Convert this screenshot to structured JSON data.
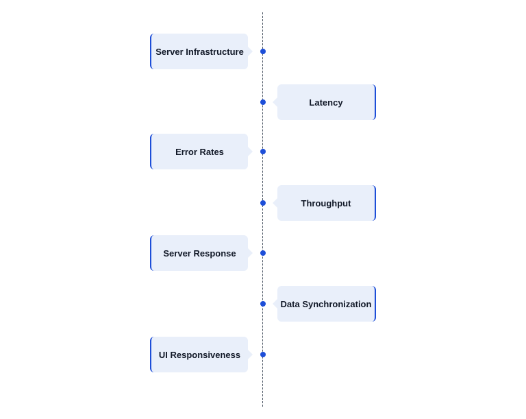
{
  "timeline": {
    "items": [
      {
        "label": "Server Infrastructure",
        "side": "left"
      },
      {
        "label": "Latency",
        "side": "right"
      },
      {
        "label": "Error Rates",
        "side": "left"
      },
      {
        "label": "Throughput",
        "side": "right"
      },
      {
        "label": "Server Response",
        "side": "left"
      },
      {
        "label": "Data Synchronization",
        "side": "right"
      },
      {
        "label": "UI Responsiveness",
        "side": "left"
      }
    ]
  },
  "colors": {
    "accent": "#1d4ed8",
    "card_background": "#e9effa",
    "axis": "#4b5563",
    "text": "#111827"
  }
}
